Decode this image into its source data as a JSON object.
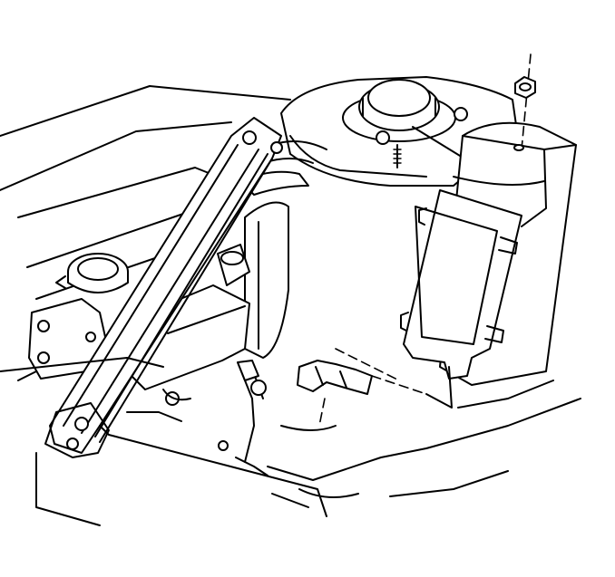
{
  "figure": {
    "kind": "line-art",
    "background": "#ffffff",
    "ink": "#000000",
    "components": [
      "strut-tower",
      "module-cover",
      "fastener-nut",
      "mounting-clip",
      "brace-bar",
      "reservoir-cap",
      "coolant-reservoir",
      "ground-strap"
    ]
  }
}
